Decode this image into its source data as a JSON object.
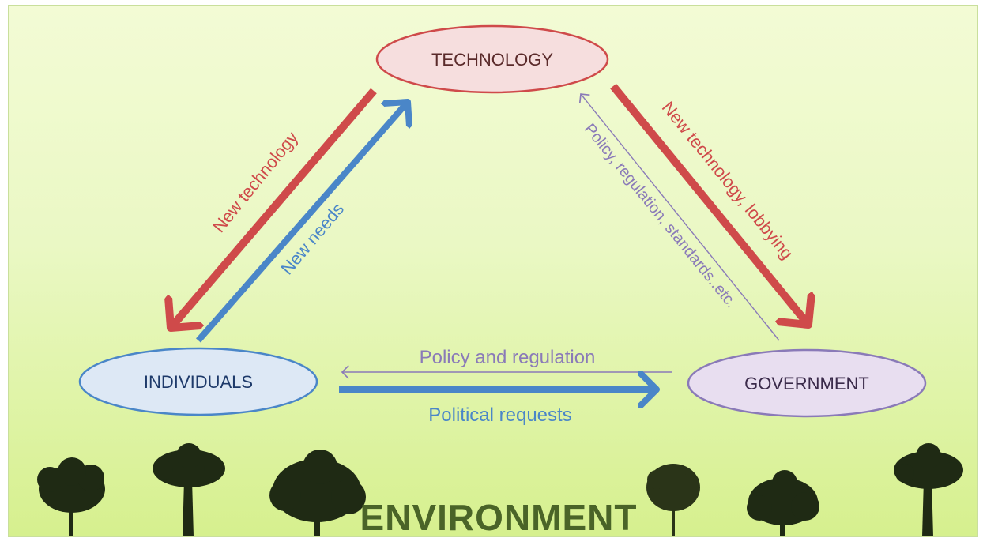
{
  "nodes": {
    "technology": "TECHNOLOGY",
    "individuals": "INDIVIDUALS",
    "government": "GOVERNMENT"
  },
  "edges": {
    "tech_to_individuals": "New technology",
    "individuals_to_tech": "New needs",
    "tech_to_government": "New technology, lobbying",
    "government_to_tech": "Policy, regulation, standards..etc.",
    "government_to_individuals": "Policy and regulation",
    "individuals_to_government": "Political requests"
  },
  "environment_label": "ENVIRONMENT",
  "colors": {
    "red": "#cf4a4a",
    "blue": "#4a86c8",
    "purple": "#8a7ab8",
    "environment": "#4a6428",
    "tech_fill": "#f6dede",
    "individuals_fill": "#dde8f5",
    "government_fill": "#e8def0"
  }
}
